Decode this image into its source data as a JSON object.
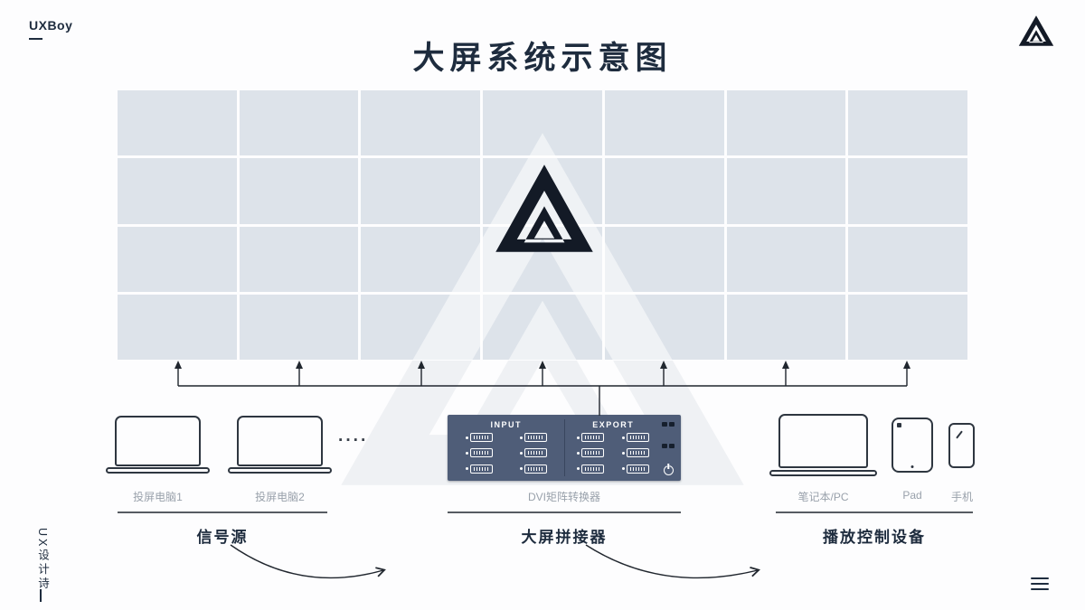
{
  "colors": {
    "bg": "#fdfdfe",
    "navy": "#1e2c3e",
    "ink": "#2e3640",
    "cell": "#dde3ea",
    "matrix": "#4f5d78",
    "gray": "#99a1ab",
    "line": "#20262e",
    "watermark": "#eff1f4",
    "logo_dark": "#131a26"
  },
  "header": {
    "brand": "UXBoy",
    "title": "大屏系统示意图"
  },
  "wall": {
    "rows": 4,
    "cols": 7
  },
  "devices": {
    "laptop1_label": "投屏电脑1",
    "laptop2_label": "投屏电脑2",
    "ellipsis": "····",
    "matrix": {
      "input": "INPUT",
      "export": "EXPORT",
      "label": "DVI矩阵转换器",
      "port_rows": 3,
      "port_cols": 2
    },
    "laptop3_label": "笔记本/PC",
    "pad_label": "Pad",
    "phone_label": "手机"
  },
  "sections": {
    "source": "信号源",
    "splicer": "大屏拼接器",
    "control": "播放控制设备"
  },
  "side": {
    "vertical_text": "UX设计诗"
  }
}
